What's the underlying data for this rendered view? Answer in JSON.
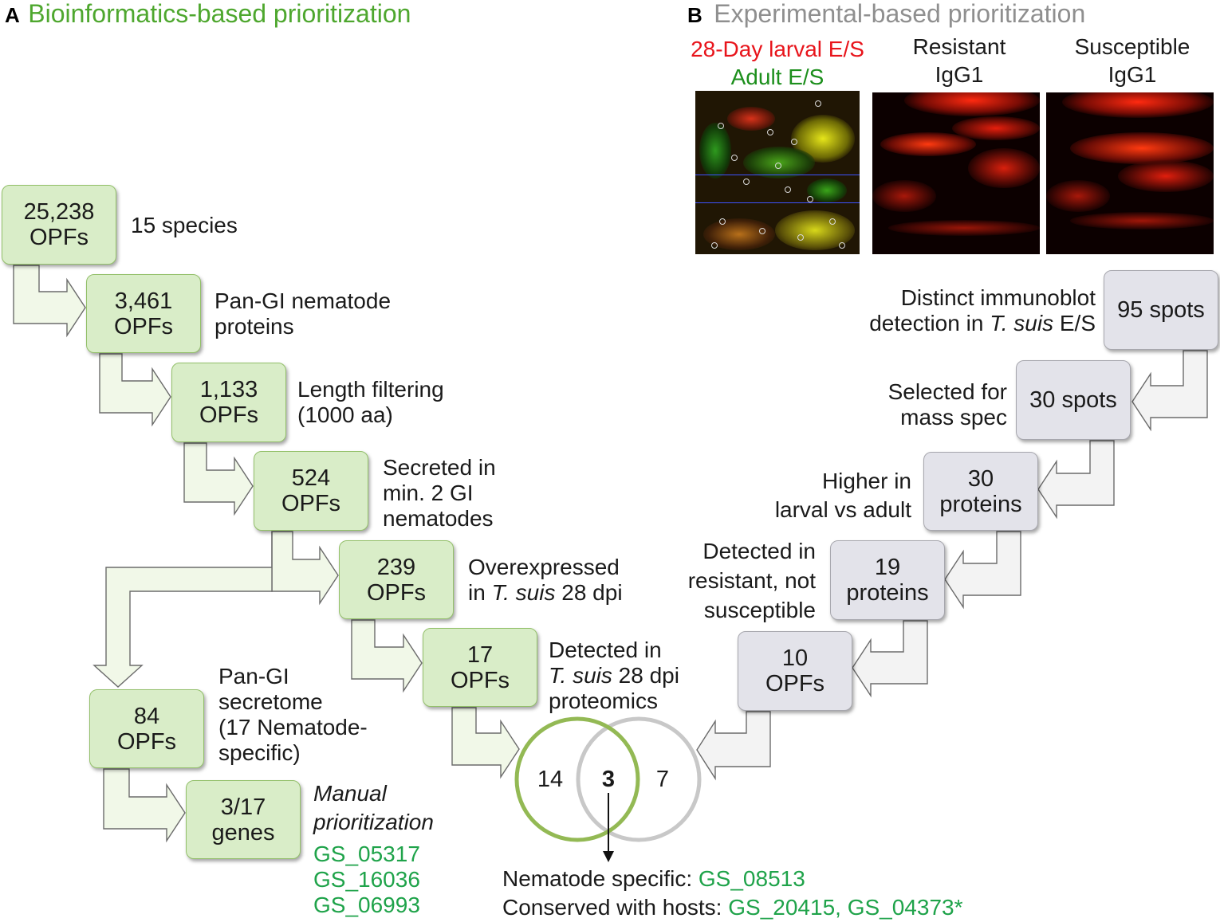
{
  "panel_a": {
    "letter": "A",
    "title": "Bioinformatics-based prioritization",
    "boxes": [
      {
        "line1": "25,238",
        "line2": "OPFs"
      },
      {
        "line1": "3,461",
        "line2": "OPFs"
      },
      {
        "line1": "1,133",
        "line2": "OPFs"
      },
      {
        "line1": "524",
        "line2": "OPFs"
      },
      {
        "line1": "239",
        "line2": "OPFs"
      },
      {
        "line1": "17",
        "line2": "OPFs"
      },
      {
        "line1": "84",
        "line2": "OPFs"
      },
      {
        "line1": "3/17",
        "line2": "genes"
      }
    ],
    "descs": [
      {
        "line1": "15 species"
      },
      {
        "line1": "Pan-GI nematode",
        "line2": "proteins"
      },
      {
        "line1": "Length filtering",
        "line2": "(1000 aa)"
      },
      {
        "line1": "Secreted in",
        "line2": "min. 2 GI",
        "line3": "nematodes"
      },
      {
        "line1a": "Overexpressed",
        "line2_italic": "T. suis",
        "line2_pre": "in ",
        "line2_post": " 28 dpi"
      },
      {
        "line1": "Detected in",
        "line2_italic": "T. suis",
        "line2_post": " 28 dpi",
        "line3": "proteomics"
      },
      {
        "line1": "Pan-GI",
        "line2": "secretome",
        "line3": "(17 Nematode-",
        "line4": "specific)"
      }
    ],
    "manual": {
      "line1": "Manual",
      "line2": "prioritization"
    },
    "genes": [
      "GS_05317",
      "GS_16036",
      "GS_06993"
    ]
  },
  "panel_b": {
    "letter": "B",
    "title": "Experimental-based prioritization",
    "col_heads": {
      "blot1_line1": "28-Day larval E/S",
      "blot1_line2": "Adult E/S",
      "blot2_line1": "Resistant",
      "blot2_line2": "IgG1",
      "blot3_line1": "Susceptible",
      "blot3_line2": "IgG1"
    },
    "boxes": [
      {
        "line1": "95 spots"
      },
      {
        "line1": "30 spots"
      },
      {
        "line1": "30",
        "line2": "proteins"
      },
      {
        "line1": "19",
        "line2": "proteins"
      },
      {
        "line1": "10",
        "line2": "OPFs"
      }
    ],
    "descs": [
      {
        "line1": "Distinct immunoblot",
        "line2_pre": "detection in ",
        "line2_italic": "T. suis",
        "line2_post": " E/S"
      },
      {
        "line1": "Selected for",
        "line2": "mass spec"
      },
      {
        "line1": "Higher in",
        "line2": "larval vs adult"
      },
      {
        "line1": "Detected in",
        "line2": "resistant, not",
        "line3": "susceptible"
      }
    ]
  },
  "venn": {
    "left": "14",
    "overlap": "3",
    "right": "7",
    "left_color": "#93b954",
    "right_color": "#c8c8c8"
  },
  "result": {
    "line1_label": "Nematode specific: ",
    "line1_genes": "GS_08513",
    "line2_label": "Conserved with hosts: ",
    "line2_genes": "GS_20415, GS_04373*"
  },
  "colors": {
    "green_title": "#4ea72e",
    "gray_title": "#8f8f8f",
    "larval_red": "#e8141b",
    "adult_green": "#1c8f1c",
    "gene_green": "#1fa34a",
    "green_box": "#d9edc8",
    "gray_box": "#e3e3ea"
  }
}
